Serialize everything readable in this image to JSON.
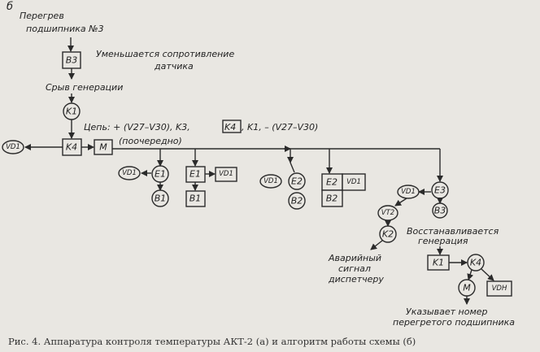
{
  "panel_letter": "б",
  "event": {
    "line1": "Перегрев",
    "line2": "подшипника №3"
  },
  "b3_node": "B3",
  "b3_note": {
    "line1": "Уменьшается сопротивление",
    "line2": "датчика"
  },
  "generation_failure": "Срыв генерации",
  "k1_node": "K1",
  "circuit": {
    "prefix": "Цепь: + (V27–V30), K3,",
    "boxed": "K4",
    "suffix": ", K1, – (V27–V30)"
  },
  "sequential_note": "(поочередно)",
  "k4_node": "K4",
  "m_node": "M",
  "vd1_node": "VD1",
  "e1_node": "E1",
  "b1_node": "B1",
  "e2_node": "E2",
  "b2_node": "B2",
  "e3_node": "E3",
  "b3_node_lower": "B3",
  "vt2_node": "VT2",
  "k2_node": "K2",
  "alarm_note": {
    "line1": "Аварийный",
    "line2": "сигнал",
    "line3": "диспетчеру"
  },
  "recovery_note": {
    "line1": "Восстанавливается",
    "line2": "генерация"
  },
  "vdh_node": "VDH",
  "indicates_note": {
    "line1": "Указывает номер",
    "line2": "перегретого подшипника"
  },
  "caption": "Рис. 4. Аппаратура контроля температуры АКТ-2 (а) и алгоритм работы схемы (б)"
}
